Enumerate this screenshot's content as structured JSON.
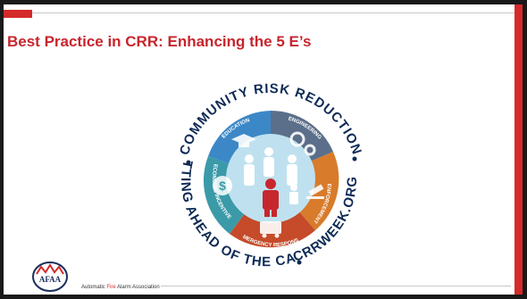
{
  "slide": {
    "title": "Best Practice in CRR: Enhancing the 5 E’s"
  },
  "emblem": {
    "top_arc": "COMMUNITY RISK REDUCTION",
    "bottom_left_arc": "GETTING AHEAD OF THE CALL",
    "right_arc": "CRRWEEK.ORG",
    "segments": [
      "EDUCATION",
      "ENGINEERING",
      "ENFORCEMENT",
      "EMERGENCY RESPONSE",
      "ECONOMIC INCENTIVE"
    ],
    "colors": {
      "education": "#3c88c7",
      "engineering": "#5b6f8a",
      "enforcement": "#d87b2b",
      "emergency": "#c54b2a",
      "economic": "#3b9aa8",
      "inner": "#bfe1ef",
      "ring": "#0e2a55"
    }
  },
  "footer": {
    "logo_text": "AFAA",
    "org_part1": "Automatic ",
    "org_part2": "Fire",
    "org_part3": " Alarm Association"
  },
  "colors": {
    "accent": "#d42a2a",
    "title": "#c7252d"
  }
}
